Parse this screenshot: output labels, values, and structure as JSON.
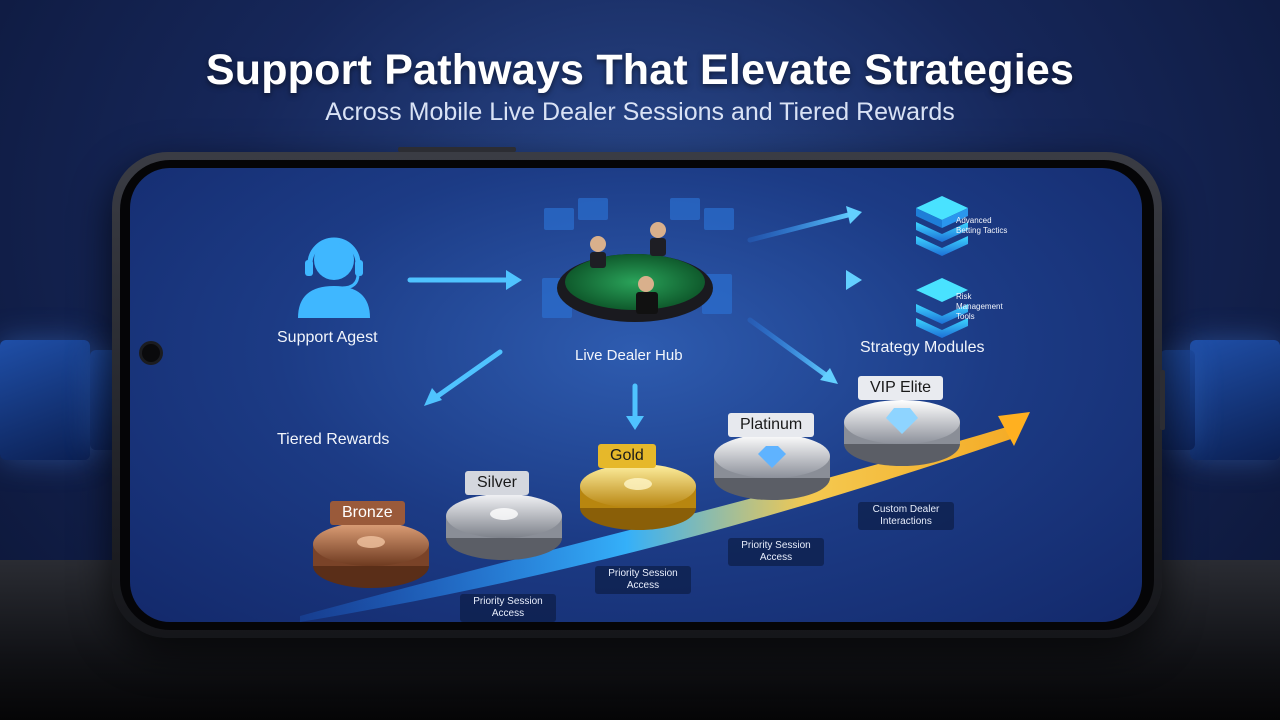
{
  "header": {
    "title": "Support Pathways That Elevate Strategies",
    "subtitle": "Across Mobile Live Dealer Sessions and Tiered Rewards"
  },
  "nodes": {
    "support_agent": "Support Agest",
    "live_dealer_hub": "Live Dealer Hub",
    "strategy_modules": "Strategy Modules",
    "tiered_rewards": "Tiered Rewards"
  },
  "modules": [
    {
      "line1": "Advanced",
      "line2": "Betting Tactics"
    },
    {
      "line1": "Risk",
      "line2": "Management",
      "line3": "Tools"
    }
  ],
  "tiers": [
    {
      "name": "Bronze",
      "color": "#9a5a3a"
    },
    {
      "name": "Silver",
      "color": "#c9ccd4"
    },
    {
      "name": "Gold",
      "color": "#e6b82a"
    },
    {
      "name": "Platinum",
      "color": "#e7e9ee"
    },
    {
      "name": "VIP Elite",
      "color": "#e9ebf0"
    }
  ],
  "benefits": [
    {
      "line1": "Priority Session",
      "line2": "Access"
    },
    {
      "line1": "Priority Session",
      "line2": "Access"
    },
    {
      "line1": "Priority Session",
      "line2": "Access"
    },
    {
      "line1": "Custom Dealer",
      "line2": "Interactions"
    }
  ],
  "colors": {
    "accent": "#3fb7ff",
    "arrow_gold": "#f5a623",
    "screen_bg": "#1c3b85"
  }
}
